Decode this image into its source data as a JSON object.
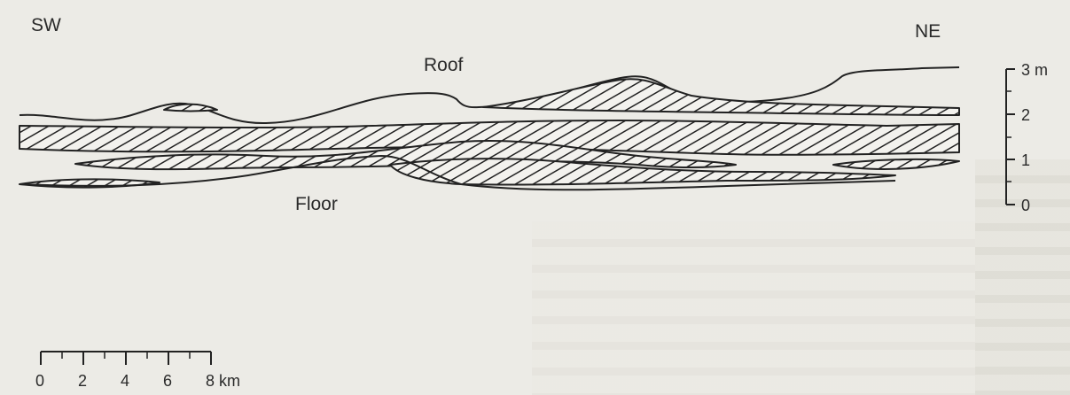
{
  "labels": {
    "sw": "SW",
    "ne": "NE",
    "roof": "Roof",
    "floor": "Floor"
  },
  "vertical_scale": {
    "unit": "m",
    "ticks": [
      {
        "value": 3,
        "label": "3 m"
      },
      {
        "value": 2,
        "label": "2"
      },
      {
        "value": 1,
        "label": "1"
      },
      {
        "value": 0,
        "label": "0"
      }
    ]
  },
  "horizontal_scale": {
    "unit": "km",
    "ticks": [
      {
        "value": 0,
        "label": "0"
      },
      {
        "value": 2,
        "label": "2"
      },
      {
        "value": 4,
        "label": "4"
      },
      {
        "value": 6,
        "label": "6"
      },
      {
        "value": 8,
        "label": "8 km"
      }
    ]
  },
  "colors": {
    "ink": "#222222",
    "paper": "#ecebe6"
  }
}
